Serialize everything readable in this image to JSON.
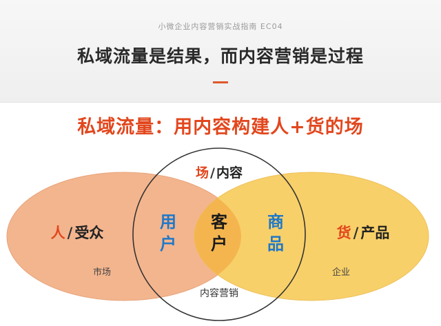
{
  "header": {
    "subtitle": "小微企业内容营销实战指南 EC04",
    "title": "私域流量是结果，而内容营销是过程"
  },
  "headline": "私域流量：用内容构建人+货的场",
  "venn": {
    "left": {
      "highlight": "人",
      "sep": "/",
      "label": "受众",
      "caption": "市场"
    },
    "right": {
      "highlight": "货",
      "sep": "/",
      "label": "产品",
      "caption": "企业"
    },
    "top": {
      "highlight": "场",
      "sep": "/",
      "label": "内容"
    },
    "bottom": {
      "caption": "内容营销"
    },
    "inner_left": [
      "用",
      "户"
    ],
    "center": [
      "客",
      "户"
    ],
    "inner_right": [
      "商",
      "品"
    ]
  },
  "colors": {
    "accent": "#e2471e",
    "left_fill": "#f3b58e",
    "right_fill": "#f8d069",
    "center_fill": "#f4b54f",
    "blue_text": "#1f78c8",
    "circle_stroke": "#333333"
  }
}
